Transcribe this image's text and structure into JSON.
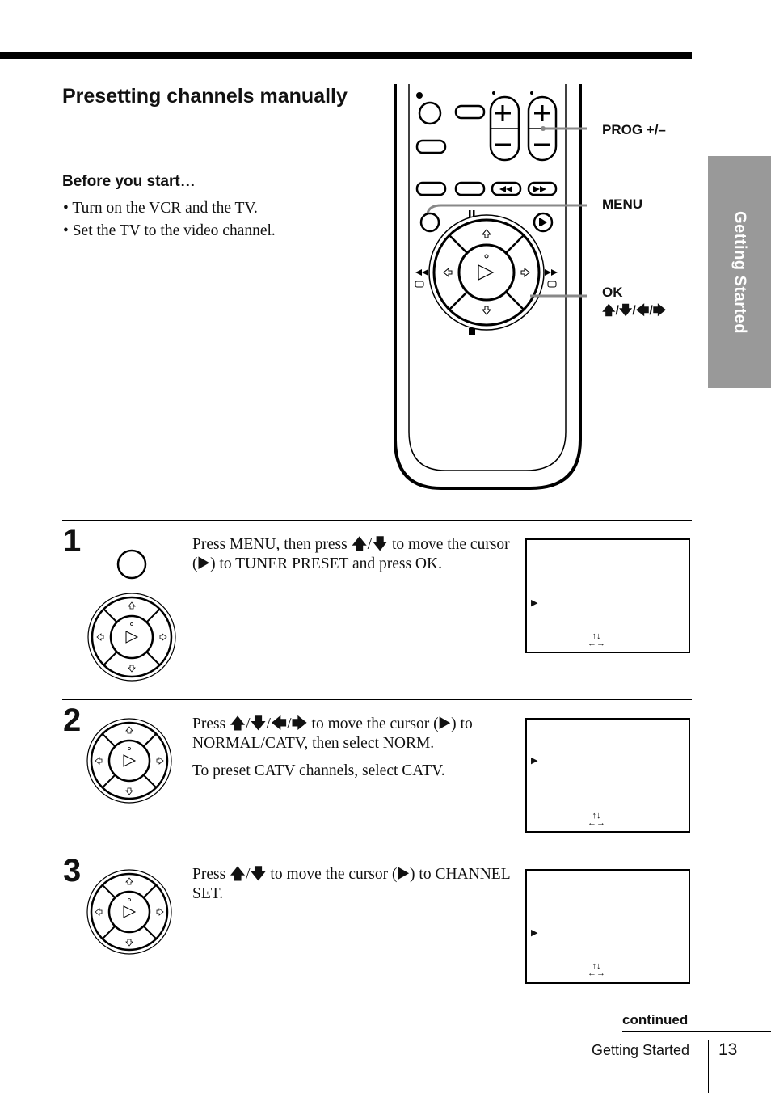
{
  "section_tab": "Getting Started",
  "title": "Presetting channels manually",
  "before_heading": "Before you start…",
  "bullets": [
    "• Turn on the VCR and the TV.",
    "• Set the TV to the video channel."
  ],
  "callouts": {
    "prog": "PROG +/–",
    "menu": "MENU",
    "ok": "OK",
    "ok_arrows": "🡅/🡇/🡄/🡆"
  },
  "steps": [
    {
      "number": "1",
      "paragraphs": [
        "Press MENU, then press 🡅/🡇 to move the cursor (▶) to TUNER PRESET and press OK."
      ]
    },
    {
      "number": "2",
      "paragraphs": [
        "Press 🡅/🡇/🡄/🡆 to move the cursor (▶) to NORMAL/CATV, then select NORM.",
        "To preset CATV channels, select CATV."
      ]
    },
    {
      "number": "3",
      "paragraphs": [
        "Press 🡅/🡇 to move the cursor (▶) to CHANNEL SET."
      ]
    }
  ],
  "screen_glyphs": {
    "cursor": "▶",
    "updown": "↑↓",
    "leftright": "←→"
  },
  "footer": {
    "continued": "continued",
    "section": "Getting Started",
    "page": "13"
  }
}
